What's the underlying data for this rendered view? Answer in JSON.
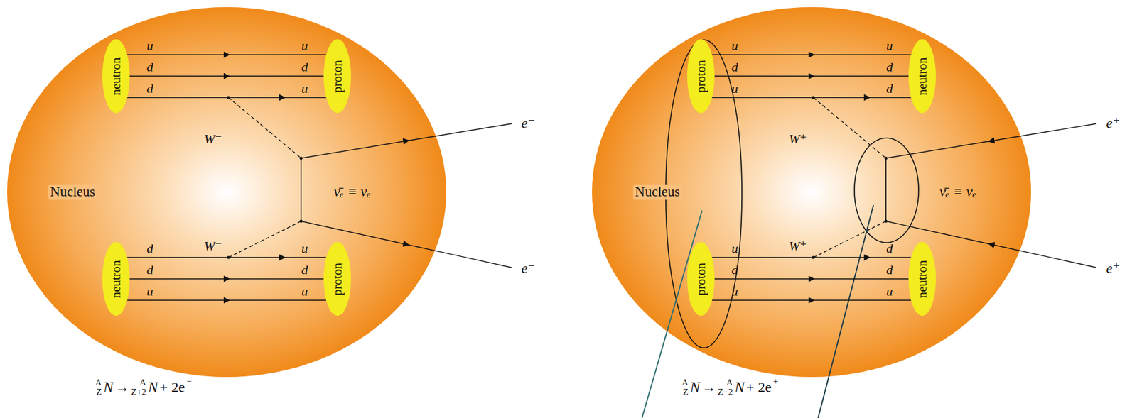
{
  "diagram": {
    "nodes": [
      {
        "text": [
          "Nucleus"
        ]
      },
      {
        "text": [
          "neutron"
        ],
        "in": 0
      },
      {
        "text": [
          "proton"
        ],
        "in": 0
      },
      {
        "text": [
          "neutron"
        ],
        "in": 0
      },
      {
        "text": [
          "proton"
        ],
        "in": 0
      },
      {
        "text": [
          "Nucleus"
        ]
      },
      {
        "text": [
          "proton"
        ],
        "in": 5
      },
      {
        "text": [
          "neutron"
        ],
        "in": 5
      },
      {
        "text": [
          "proton"
        ],
        "in": 5
      },
      {
        "text": [
          "neutron"
        ],
        "in": 5
      }
    ],
    "edges": [
      {
        "from": 1,
        "to": 2,
        "arrow": "to"
      },
      {
        "from": 1,
        "to": 2,
        "arrow": "to"
      },
      {
        "from": 1,
        "to": 2,
        "arrow": "to"
      },
      {
        "from": 3,
        "to": 4,
        "arrow": "to"
      },
      {
        "from": 3,
        "to": 4,
        "arrow": "to"
      },
      {
        "from": 3,
        "to": 4,
        "arrow": "to"
      },
      {
        "from": 6,
        "to": 7,
        "arrow": "to"
      },
      {
        "from": 6,
        "to": 7,
        "arrow": "to"
      },
      {
        "from": 6,
        "to": 7,
        "arrow": "to"
      },
      {
        "from": 8,
        "to": 9,
        "arrow": "to"
      },
      {
        "from": 8,
        "to": 9,
        "arrow": "to"
      },
      {
        "from": 8,
        "to": 9,
        "arrow": "to"
      }
    ],
    "labels": [
      "u",
      "d",
      "d",
      "u",
      "d",
      "u",
      "d",
      "d",
      "u",
      "u",
      "d",
      "u",
      "W⁻",
      "W⁻",
      "e⁻",
      "e⁻",
      "ν̄ₑ ≡ νₑ",
      "A",
      "Z",
      "N",
      "→",
      "A",
      "Z+2",
      "N",
      "+ 2e",
      "−",
      "u",
      "d",
      "u",
      "u",
      "d",
      "d",
      "u",
      "d",
      "u",
      "d",
      "d",
      "u",
      "W⁺",
      "W⁺",
      "e⁺",
      "e⁺",
      "ν̄ₑ ≡ νₑ",
      "A",
      "Z",
      "N",
      "→",
      "A",
      "Z−2",
      "N",
      "+ 2e",
      "+"
    ]
  }
}
